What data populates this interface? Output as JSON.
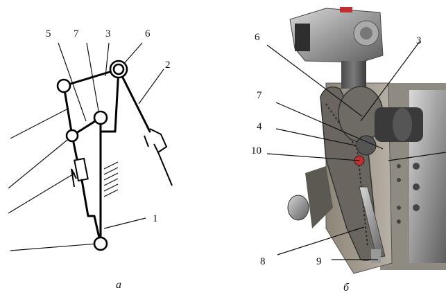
{
  "captions": {
    "a": "а",
    "b": "б"
  },
  "labels_a": [
    "5",
    "7",
    "3",
    "6",
    "2",
    "1"
  ],
  "labels_b": [
    "6",
    "3",
    "7",
    "4",
    "10",
    "8",
    "9"
  ],
  "colors": {
    "ink": "#000000",
    "metal_dark": "#5a5a5a",
    "metal_light": "#bdbdbd",
    "accent_red": "#c03030"
  }
}
